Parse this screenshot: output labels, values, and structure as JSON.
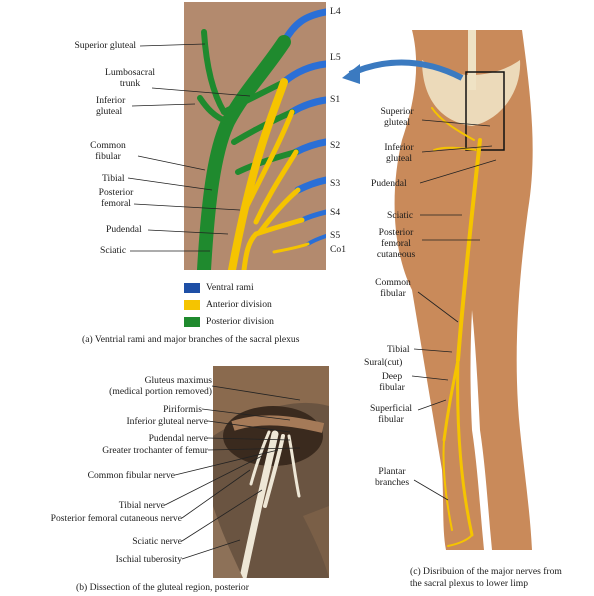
{
  "panel_a": {
    "spinal_labels": [
      "L4",
      "L5",
      "S1",
      "S2",
      "S3",
      "S4",
      "S5",
      "Co1"
    ],
    "nerve_labels": [
      "Superior gluteal",
      "Lumbosacral\ntrunk",
      "Inferior\ngluteal",
      "Common\nfibular",
      "Tibial",
      "Posterior\nfemoral",
      "Pudendal",
      "Sciatic"
    ],
    "legend": [
      {
        "label": "Ventral rami",
        "color": "#1e4fa6"
      },
      {
        "label": "Anterior division",
        "color": "#f5c400"
      },
      {
        "label": "Posterior division",
        "color": "#1f8a2e"
      }
    ],
    "caption": "(a) Ventrial rami and major branches of the sacral plexus"
  },
  "panel_b": {
    "labels": [
      "Gluteus maximus\n(medical portion removed)",
      "Piriformis",
      "Inferior gluteal nerve",
      "Pudendal nerve",
      "Greater trochanter of femur",
      "Common fibular nerve",
      "Tibial nerve",
      "Posterior femoral cutaneous nerve",
      "Sciatic nerve",
      "Ischial tuberosity"
    ],
    "caption": "(b) Dissection of the gluteal region, posterior"
  },
  "panel_c": {
    "labels": [
      "Superior\ngluteal",
      "Inferior\ngluteal",
      "Pudendal",
      "Sciatic",
      "Posterior\nfemoral\ncutaneous",
      "Common\nfibular",
      "Tibial",
      "Sural(cut)",
      "Deep\nfibular",
      "Superficial\nfibular",
      "Plantar\nbranches"
    ],
    "caption": "(c) Disribuion of the major nerves from\nthe sacral plexus to lower limp"
  },
  "colors": {
    "ventral": "#1e4fa6",
    "anterior": "#f5c400",
    "posterior": "#1f8a2e",
    "skin": "#c98a5a",
    "bone": "#efe2c4",
    "muscle_bg": "#b38a6e",
    "dissection_bg": "#6a5441",
    "arrow": "#3b7ac0"
  }
}
